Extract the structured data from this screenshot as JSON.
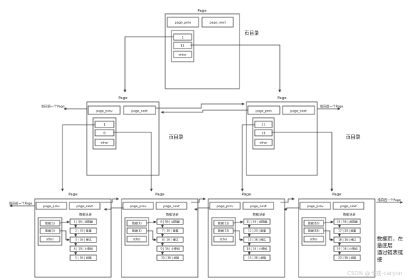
{
  "labels": {
    "page": "Page",
    "page_prev": "page_prev",
    "page_next": "page_next",
    "other": "other",
    "data_records": "数据记录",
    "page_directory": "页目录",
    "points_prev_page": "指向前一个Page",
    "points_next_page": "指向后一个Page"
  },
  "annotation": {
    "line1": "数据页，在",
    "line2": "最底层",
    "line3": "通过链表链",
    "line4": "接"
  },
  "root_page": {
    "dir_entries": [
      "1",
      "11"
    ]
  },
  "inner_pages": [
    {
      "dir_entries": [
        "1",
        "6"
      ]
    },
    {
      "dir_entries": [
        "11",
        "16"
      ]
    }
  ],
  "leaf_pages": [
    {
      "dir_entries": [
        "数据(1)",
        "数据(3)"
      ],
      "records": [
        "1 | 56 | 胡国编",
        "2 | 19 | 量囊",
        "3 | 16 | 博达",
        "4 | 19 | 小雪如",
        "5 | 36 | 胡璐"
      ]
    },
    {
      "dir_entries": [
        "数据(6)",
        "数据(8)"
      ],
      "records": [
        "6 | 56 | 胡国编",
        "7 | 20 | 量囊",
        "8 | 16 | 博达",
        "9 | 16 | 小雪如",
        "10 | 36 | 胡璐"
      ]
    },
    {
      "dir_entries": [
        "数据(11)",
        "数据(13)"
      ],
      "records": [
        "11 | 56 | 胡国编",
        "12 | 20 | 量囊",
        "13 | 16 | 博达",
        "14 | 16 | 小雪如",
        "15 | 36 | 胡璐"
      ]
    },
    {
      "dir_entries": [
        "数据(16)",
        "数据(18)"
      ],
      "records": [
        "16 | 56 | 胡国编",
        "17 | 20 | 量囊",
        "18 | 16 | 博达",
        "19 | 16 | 小雪如",
        "20 | 36 | 胡璐"
      ]
    }
  ],
  "watermark": "CSDN @卡戎-caryon"
}
